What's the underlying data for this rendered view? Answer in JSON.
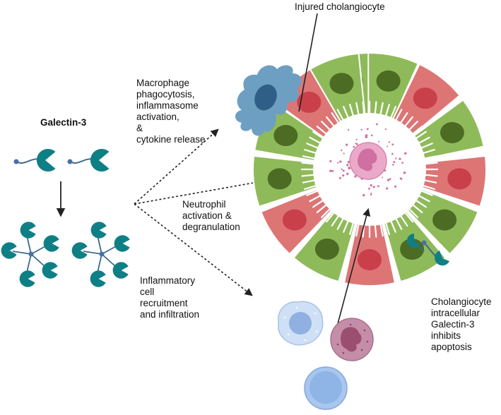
{
  "labels": {
    "galectin": "Galectin-3",
    "injured": "Injured cholangiocyte",
    "macrophage": "Macrophage\nphagocytosis,\ninflammasome\nactivation,\n& \ncytokine release",
    "neutrophil": "Neutrophil\nactivation &\ndegranulation",
    "inflammatory": "Inflammatory\ncell\nrecruitment\nand infiltration",
    "cholangiocyte": "Cholangiocyte\nintracellular\nGalectin-3\ninhibits\napoptosis"
  },
  "colors": {
    "teal": "#0f7f86",
    "tail": "#4a6fa5",
    "green_cell": "#8fba5a",
    "green_nucleus": "#4c6b23",
    "red_cell": "#dd7575",
    "red_nucleus": "#c9404a",
    "macrophage": "#6d9fc2",
    "lumen_cell": "#e9a9c9",
    "blue_cell": "#a9c6ee"
  },
  "icons": {
    "monomer": "galectin-3-monomer-icon",
    "pentamer": "galectin-3-pentamer-icon",
    "macrophage": "macrophage-icon",
    "neutrophil": "neutrophil-icon",
    "lymphocyte": "lymphocyte-icon",
    "monocyte": "monocyte-icon"
  }
}
